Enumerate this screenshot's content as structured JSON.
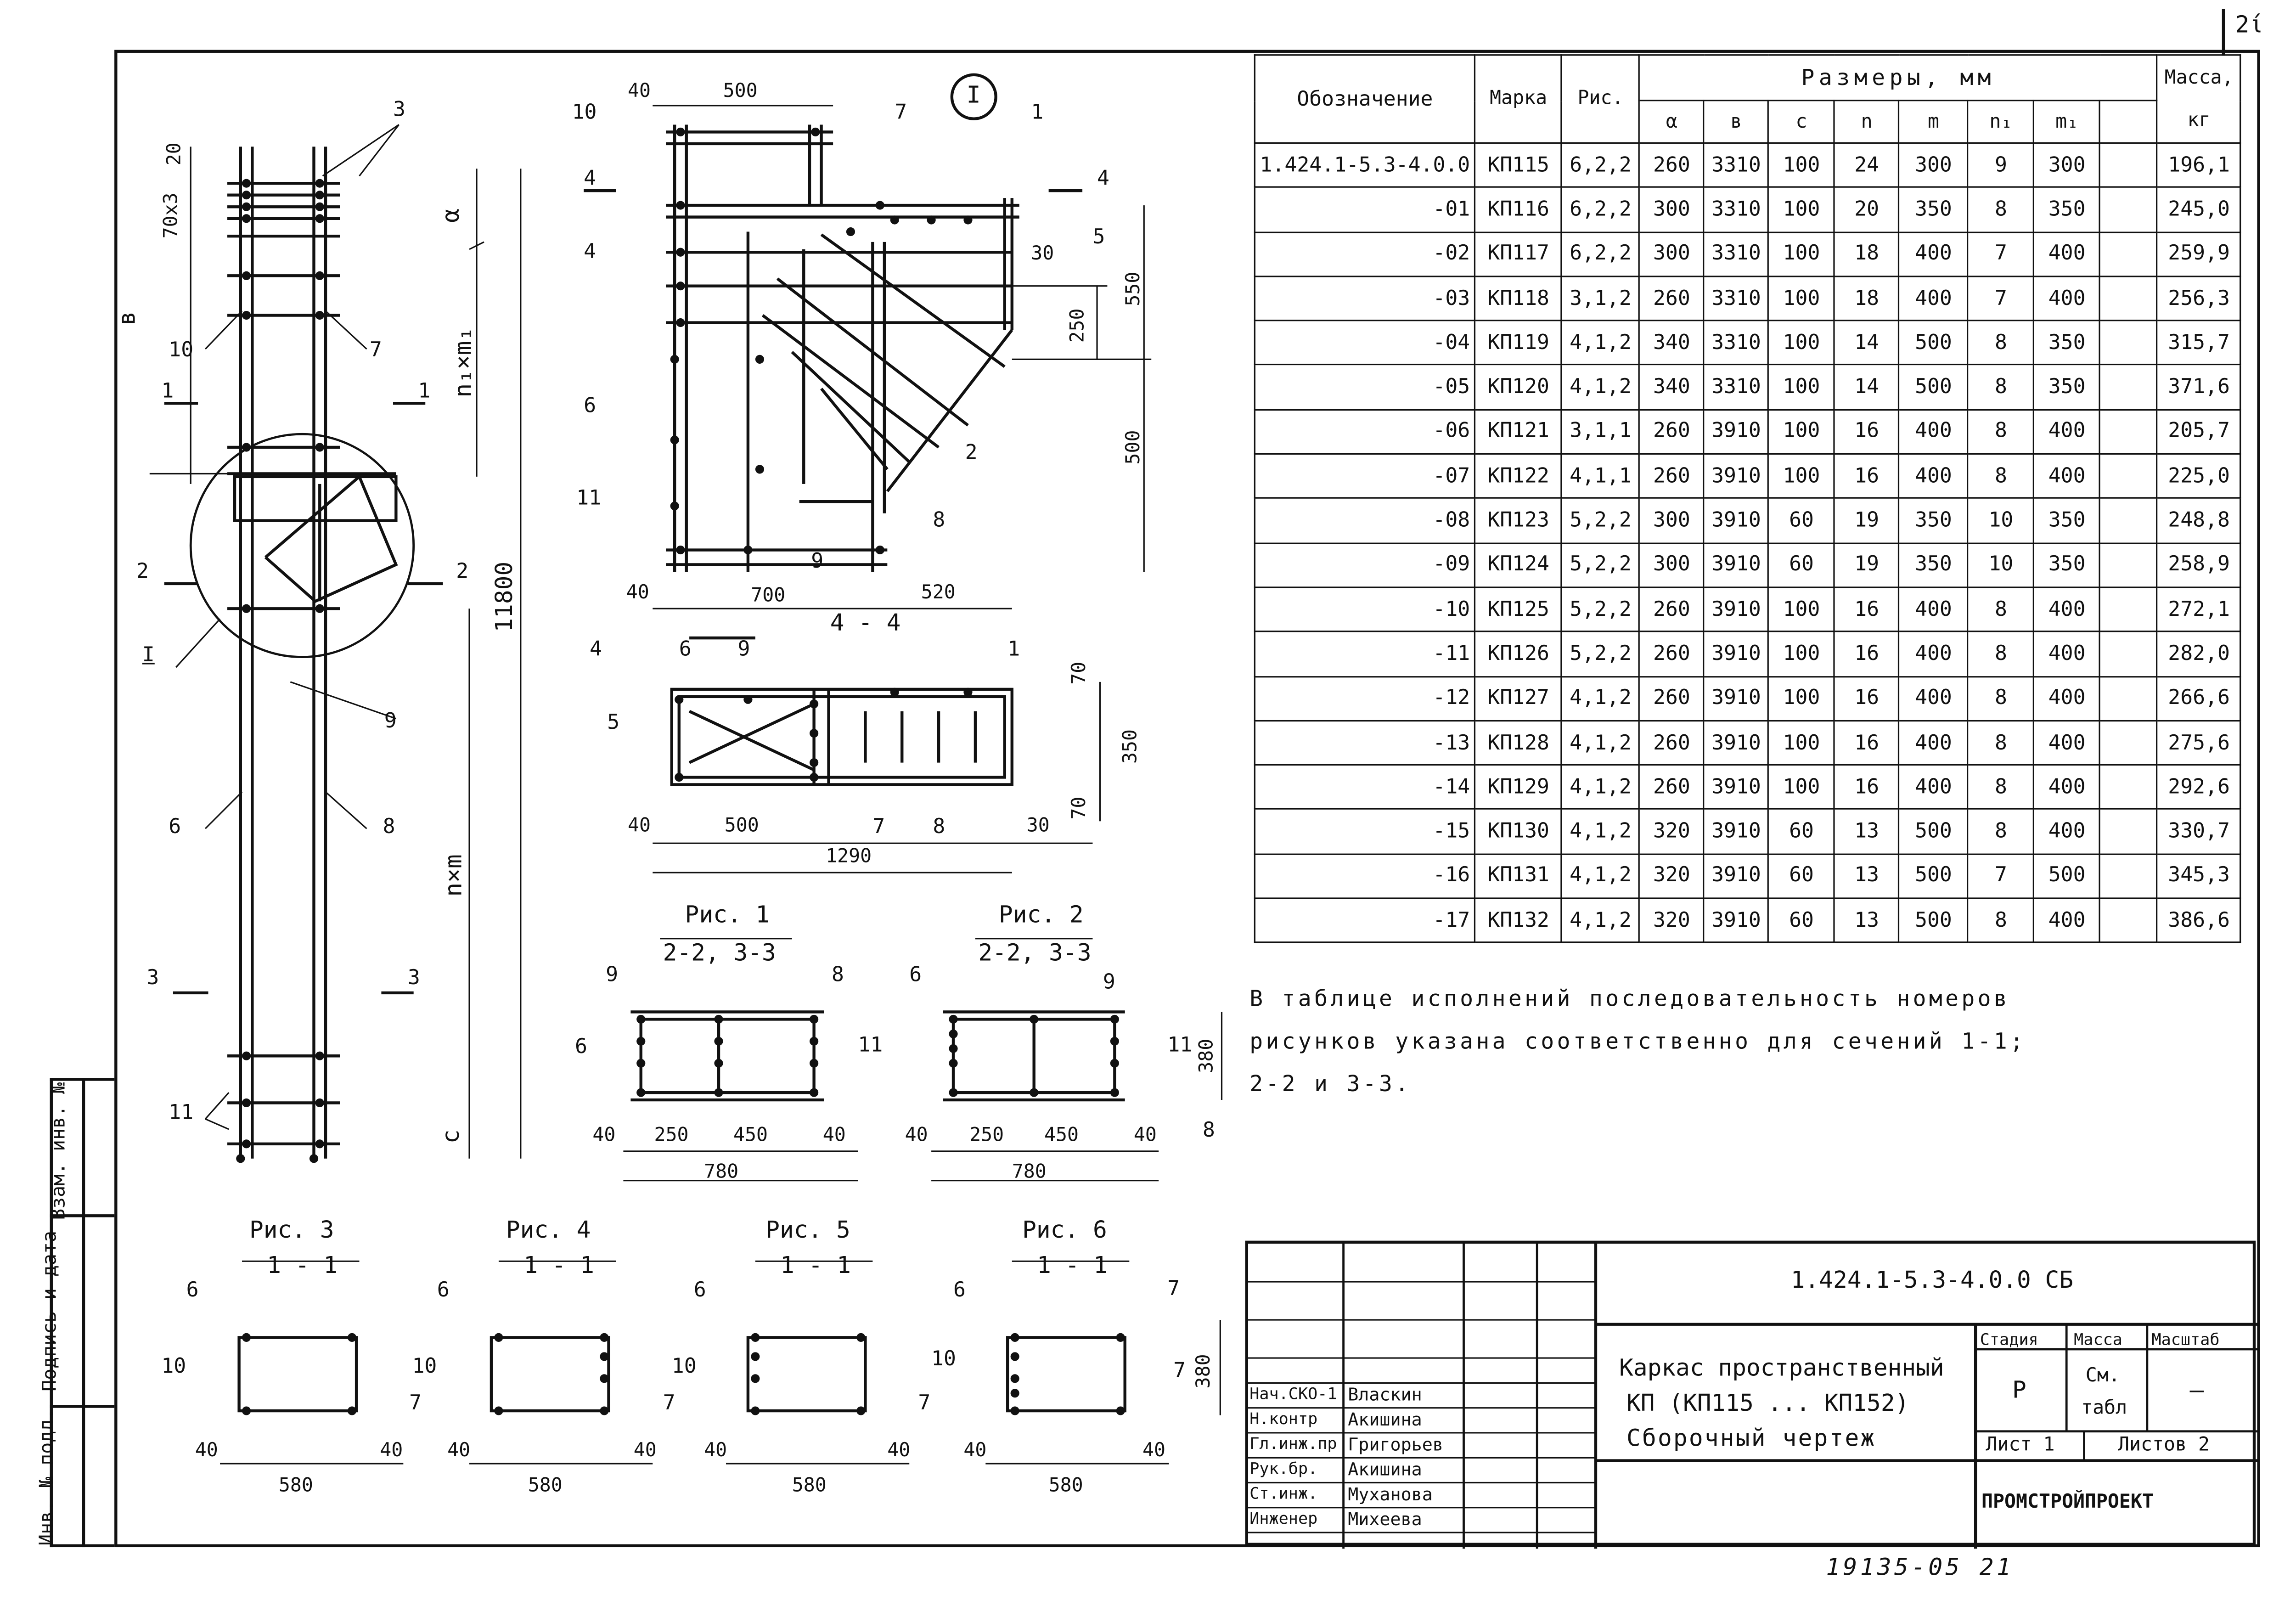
{
  "sheet_corner": "2ί",
  "table": {
    "headers": {
      "designation": "Обозначение",
      "mark": "Марка",
      "fig": "Рис.",
      "sizes": "Размеры, мм",
      "a": "α",
      "b": "в",
      "c": "с",
      "n": "n",
      "m": "m",
      "n1": "n₁",
      "m1": "m₁",
      "mass": "Масса,",
      "mass_unit": "кг"
    },
    "rows": [
      {
        "des": "1.424.1-5.3-4.0.0",
        "mark": "КП115",
        "fig": "6,2,2",
        "a": "260",
        "b": "3310",
        "c": "100",
        "n": "24",
        "m": "300",
        "n1": "9",
        "m1": "300",
        "mass": "196,1"
      },
      {
        "des": "-01",
        "mark": "КП116",
        "fig": "6,2,2",
        "a": "300",
        "b": "3310",
        "c": "100",
        "n": "20",
        "m": "350",
        "n1": "8",
        "m1": "350",
        "mass": "245,0"
      },
      {
        "des": "-02",
        "mark": "КП117",
        "fig": "6,2,2",
        "a": "300",
        "b": "3310",
        "c": "100",
        "n": "18",
        "m": "400",
        "n1": "7",
        "m1": "400",
        "mass": "259,9"
      },
      {
        "des": "-03",
        "mark": "КП118",
        "fig": "3,1,2",
        "a": "260",
        "b": "3310",
        "c": "100",
        "n": "18",
        "m": "400",
        "n1": "7",
        "m1": "400",
        "mass": "256,3"
      },
      {
        "des": "-04",
        "mark": "КП119",
        "fig": "4,1,2",
        "a": "340",
        "b": "3310",
        "c": "100",
        "n": "14",
        "m": "500",
        "n1": "8",
        "m1": "350",
        "mass": "315,7"
      },
      {
        "des": "-05",
        "mark": "КП120",
        "fig": "4,1,2",
        "a": "340",
        "b": "3310",
        "c": "100",
        "n": "14",
        "m": "500",
        "n1": "8",
        "m1": "350",
        "mass": "371,6"
      },
      {
        "des": "-06",
        "mark": "КП121",
        "fig": "3,1,1",
        "a": "260",
        "b": "3910",
        "c": "100",
        "n": "16",
        "m": "400",
        "n1": "8",
        "m1": "400",
        "mass": "205,7"
      },
      {
        "des": "-07",
        "mark": "КП122",
        "fig": "4,1,1",
        "a": "260",
        "b": "3910",
        "c": "100",
        "n": "16",
        "m": "400",
        "n1": "8",
        "m1": "400",
        "mass": "225,0"
      },
      {
        "des": "-08",
        "mark": "КП123",
        "fig": "5,2,2",
        "a": "300",
        "b": "3910",
        "c": "60",
        "n": "19",
        "m": "350",
        "n1": "10",
        "m1": "350",
        "mass": "248,8"
      },
      {
        "des": "-09",
        "mark": "КП124",
        "fig": "5,2,2",
        "a": "300",
        "b": "3910",
        "c": "60",
        "n": "19",
        "m": "350",
        "n1": "10",
        "m1": "350",
        "mass": "258,9"
      },
      {
        "des": "-10",
        "mark": "КП125",
        "fig": "5,2,2",
        "a": "260",
        "b": "3910",
        "c": "100",
        "n": "16",
        "m": "400",
        "n1": "8",
        "m1": "400",
        "mass": "272,1"
      },
      {
        "des": "-11",
        "mark": "КП126",
        "fig": "5,2,2",
        "a": "260",
        "b": "3910",
        "c": "100",
        "n": "16",
        "m": "400",
        "n1": "8",
        "m1": "400",
        "mass": "282,0"
      },
      {
        "des": "-12",
        "mark": "КП127",
        "fig": "4,1,2",
        "a": "260",
        "b": "3910",
        "c": "100",
        "n": "16",
        "m": "400",
        "n1": "8",
        "m1": "400",
        "mass": "266,6"
      },
      {
        "des": "-13",
        "mark": "КП128",
        "fig": "4,1,2",
        "a": "260",
        "b": "3910",
        "c": "100",
        "n": "16",
        "m": "400",
        "n1": "8",
        "m1": "400",
        "mass": "275,6"
      },
      {
        "des": "-14",
        "mark": "КП129",
        "fig": "4,1,2",
        "a": "260",
        "b": "3910",
        "c": "100",
        "n": "16",
        "m": "400",
        "n1": "8",
        "m1": "400",
        "mass": "292,6"
      },
      {
        "des": "-15",
        "mark": "КП130",
        "fig": "4,1,2",
        "a": "320",
        "b": "3910",
        "c": "60",
        "n": "13",
        "m": "500",
        "n1": "8",
        "m1": "400",
        "mass": "330,7"
      },
      {
        "des": "-16",
        "mark": "КП131",
        "fig": "4,1,2",
        "a": "320",
        "b": "3910",
        "c": "60",
        "n": "13",
        "m": "500",
        "n1": "7",
        "m1": "500",
        "mass": "345,3"
      },
      {
        "des": "-17",
        "mark": "КП132",
        "fig": "4,1,2",
        "a": "320",
        "b": "3910",
        "c": "60",
        "n": "13",
        "m": "500",
        "n1": "8",
        "m1": "400",
        "mass": "386,6"
      }
    ]
  },
  "note": "В таблице исполнений последовательность номеров\nрисунков указана соответственно для сечений 1-1;\n2-2 и 3-3.",
  "figures": {
    "fig1": {
      "title": "Рис. 1",
      "section": "2-2, 3-3"
    },
    "fig2": {
      "title": "Рис. 2",
      "section": "2-2, 3-3"
    },
    "fig3": {
      "title": "Рис. 3",
      "section": "1 - 1"
    },
    "fig4": {
      "title": "Рис. 4",
      "section": "1 - 1"
    },
    "fig5": {
      "title": "Рис. 5",
      "section": "1 - 1"
    },
    "fig6": {
      "title": "Рис. 6",
      "section": "1 - 1"
    },
    "section44": "4 - 4",
    "node": "I"
  },
  "dims": {
    "d20": "20",
    "d70x3": "70x3",
    "a": "α",
    "b": "в",
    "n1m1": "n₁×m₁",
    "nm": "n×m",
    "c": "с",
    "d11800": "11800",
    "d40": "40",
    "d500": "500",
    "d550": "550",
    "d250": "250",
    "d30": "30",
    "d700": "700",
    "d520": "520",
    "d70": "70",
    "d350": "350",
    "d1290": "1290",
    "d450": "450",
    "d780": "780",
    "d380": "380",
    "d580": "580"
  },
  "stamp": {
    "code": "1.424.1-5.3-4.0.0 СБ",
    "title_line1": "Каркас пространственный",
    "title_line2": "КП (КП115 ... КП152)",
    "title_line3": "Сборочный чертеж",
    "stage_h": "Стадия",
    "mass_h": "Масса",
    "scale_h": "Масштаб",
    "stage": "Р",
    "mass1": "См.",
    "mass2": "табл",
    "scale": "—",
    "sheet": "Лист 1",
    "sheets": "Листов 2",
    "org": "ПРОМСТРОЙПРОЕКТ",
    "people": [
      {
        "role": "Нач.СКО-1",
        "name": "Власкин"
      },
      {
        "role": "Н.контр",
        "name": "Акишина"
      },
      {
        "role": "Гл.инж.пр",
        "name": "Григорьев"
      },
      {
        "role": "Рук.бр.",
        "name": "Акишина"
      },
      {
        "role": "Ст.инж.",
        "name": "Муханова"
      },
      {
        "role": "Инженер",
        "name": "Михеева"
      }
    ]
  },
  "side_labels": {
    "inv_orig": "Инв. № подл.",
    "sign_date": "Подпись и дата",
    "replace_inv": "Взам. инв. №"
  },
  "archive_no": "19135-05 21"
}
